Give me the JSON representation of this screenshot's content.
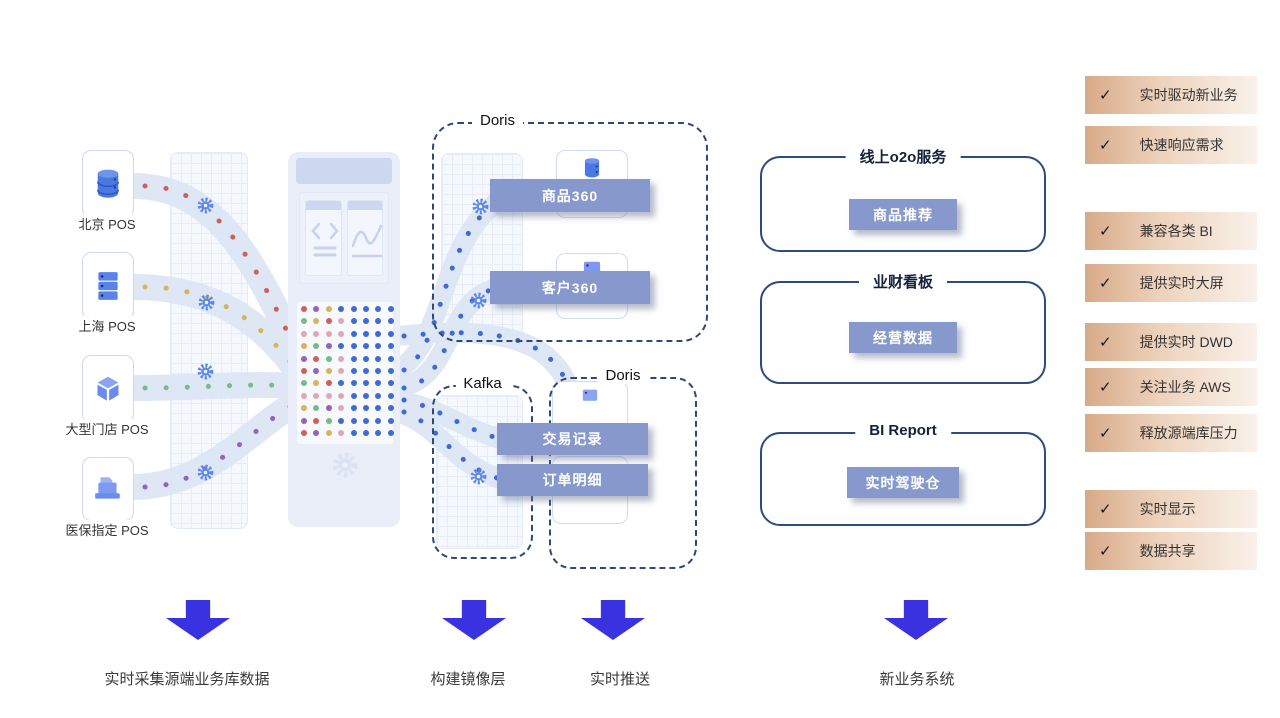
{
  "sources": {
    "items": [
      {
        "label": "北京 POS",
        "icon": "database-icon"
      },
      {
        "label": "上海 POS",
        "icon": "server-icon"
      },
      {
        "label": "大型门店 POS",
        "icon": "cube-icon"
      },
      {
        "label": "医保指定 POS",
        "icon": "pos-terminal-icon"
      }
    ]
  },
  "mirror_layer": {
    "doris_top": {
      "label": "Doris",
      "items": [
        "商品360",
        "客户360"
      ]
    },
    "kafka": {
      "label": "Kafka"
    },
    "doris_bottom": {
      "label": "Doris",
      "items": [
        "交易记录",
        "订单明细"
      ]
    }
  },
  "business": [
    {
      "title": "线上o2o服务",
      "tag": "商品推荐"
    },
    {
      "title": "业财看板",
      "tag": "经营数据"
    },
    {
      "title": "BI Report",
      "tag": "实时驾驶仓"
    }
  ],
  "benefits": [
    "实时驱动新业务",
    "快速响应需求",
    "兼容各类 BI",
    "提供实时大屏",
    "提供实时 DWD",
    "关注业务 AWS",
    "释放源端库压力",
    "实时显示",
    "数据共享"
  ],
  "steps": [
    "实时采集源端业务库数据",
    "构建镜像层",
    "实时推送",
    "新业务系统"
  ],
  "icons": {
    "check": "✓"
  },
  "colors": {
    "accent_arrow": "#3a31e0",
    "banner": "#8698cc",
    "box_border": "#2d4b7e",
    "benefit_gradient_start": "#d7aa88",
    "benefit_gradient_end": "#f9f1ea",
    "dot_red": "#cf5f5f",
    "dot_yellow": "#d9b25c",
    "dot_green": "#76ba8e",
    "dot_purple": "#9263bf",
    "dot_blue": "#3e6bd3"
  }
}
